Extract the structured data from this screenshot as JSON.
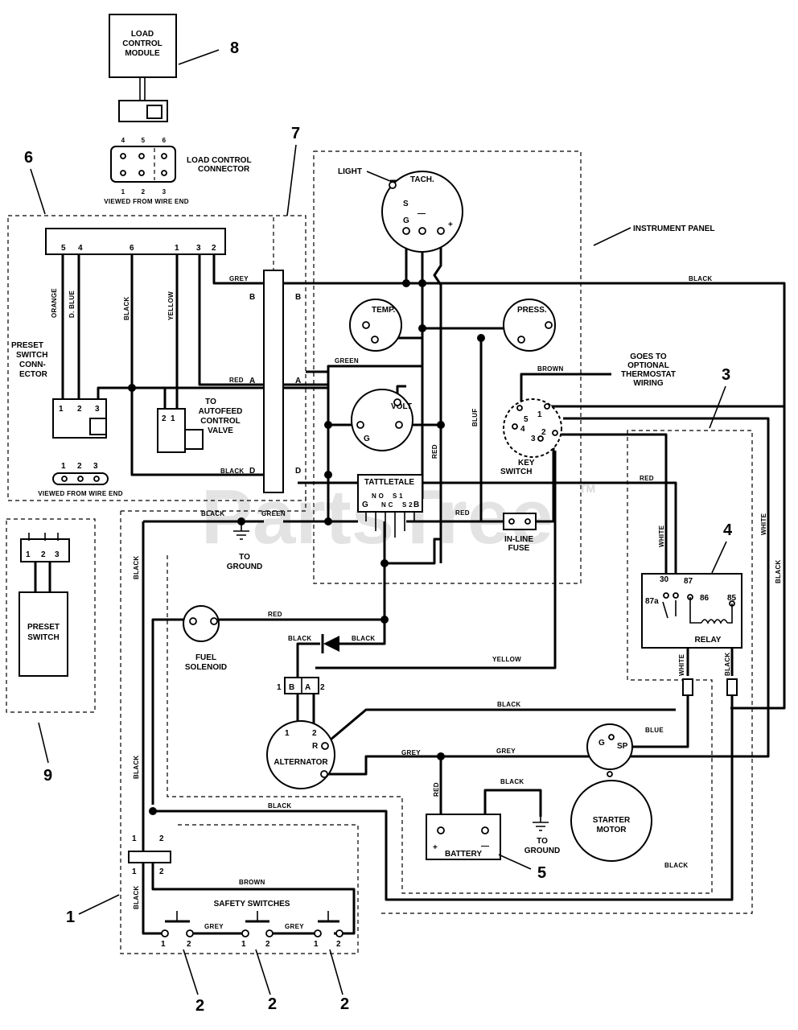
{
  "watermark": {
    "text": "PartsTree",
    "tm": "TM"
  },
  "callouts": {
    "n1": "1",
    "n2": "2",
    "n3": "3",
    "n4": "4",
    "n5": "5",
    "n6": "6",
    "n7": "7",
    "n8": "8",
    "n9": "9"
  },
  "load_control": {
    "module": [
      "LOAD",
      "CONTROL",
      "MODULE"
    ],
    "connector_label": [
      "LOAD CONTROL",
      "CONNECTOR"
    ],
    "pins_top": [
      "4",
      "5",
      "6"
    ],
    "pins_bottom": [
      "1",
      "2",
      "3"
    ],
    "view_note": "VIEWED FROM WIRE END"
  },
  "preset_harness": {
    "pins": [
      "5",
      "4",
      "6",
      "1",
      "3",
      "2"
    ],
    "wire_colors": {
      "orange": "ORANGE",
      "dblue": "D. BLUE",
      "black": "BLACK",
      "yellow": "YELLOW"
    },
    "connector_label": [
      "PRESET",
      "SWITCH",
      "CONN-",
      "ECTOR"
    ],
    "connector_pins": [
      "1",
      "2",
      "3"
    ],
    "autofeed": [
      "TO",
      "AUTOFEED",
      "CONTROL",
      "VALVE"
    ],
    "autofeed_pins": [
      "2",
      "1"
    ],
    "bottom_pins": [
      "1",
      "2",
      "3"
    ],
    "view_note": "VIEWED FROM WIRE END"
  },
  "harness_letters": {
    "b": "B",
    "a": "A",
    "d": "D"
  },
  "wire_labels": {
    "grey": "GREY",
    "red": "RED",
    "black": "BLACK",
    "green": "GREEN",
    "brown": "BROWN",
    "blue": "BLUE",
    "bluf": "BLUF",
    "white": "WHITE",
    "yellow": "YELLOW"
  },
  "instrument_panel": {
    "label": "INSTRUMENT PANEL",
    "light": "LIGHT",
    "tach": "TACH.",
    "tach_terms": {
      "s": "S",
      "g": "G",
      "minus": "—",
      "plus": "+"
    },
    "temp": "TEMP.",
    "press": "PRESS.",
    "volt": "VOLT",
    "volt_g": "G",
    "tattletale": "TATTLETALE",
    "tattletale_pins": [
      "G",
      "N O",
      "N C",
      "S 1",
      "S 2",
      "B"
    ],
    "key_switch": [
      "KEY",
      "SWITCH"
    ],
    "key_pins": [
      "5",
      "4",
      "1",
      "3",
      "2"
    ],
    "inline_fuse": [
      "IN-LINE",
      "FUSE"
    ]
  },
  "thermostat_note": [
    "GOES TO",
    "OPTIONAL",
    "THERMOSTAT",
    "WIRING"
  ],
  "to_ground": [
    "TO",
    "GROUND"
  ],
  "preset_switch": {
    "label": [
      "PRESET",
      "SWITCH"
    ],
    "pins": [
      "1",
      "2",
      "3"
    ]
  },
  "fuel_solenoid": [
    "FUEL",
    "SOLENOID"
  ],
  "diode_connector": {
    "pins": [
      "1",
      "B",
      "A",
      "2"
    ]
  },
  "alternator": {
    "label": "ALTERNATOR",
    "pins": [
      "1",
      "2",
      "R"
    ]
  },
  "relay": {
    "label": "RELAY",
    "pins": [
      "30",
      "87",
      "87a",
      "86",
      "85"
    ]
  },
  "starter": {
    "label": [
      "STARTER",
      "MOTOR"
    ],
    "terms": [
      "G",
      "SP"
    ]
  },
  "battery": {
    "label": "BATTERY",
    "plus": "+",
    "minus": "—"
  },
  "safety": {
    "label": "SAFETY SWITCHES",
    "pins": [
      "1",
      "2"
    ]
  },
  "splice_pins": [
    "1",
    "2",
    "1",
    "2"
  ]
}
